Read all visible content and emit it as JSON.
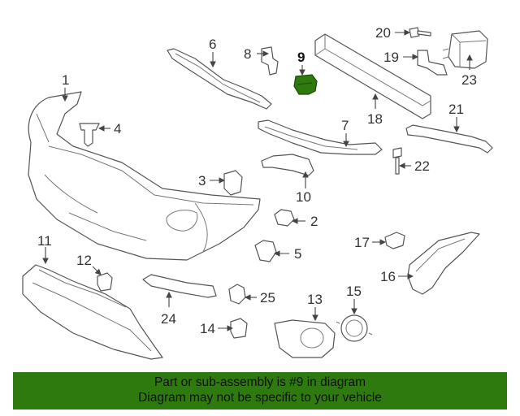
{
  "callouts": {
    "n1": "1",
    "n2": "2",
    "n3": "3",
    "n4": "4",
    "n5": "5",
    "n6": "6",
    "n7": "7",
    "n8": "8",
    "n9": "9",
    "n10": "10",
    "n11": "11",
    "n12": "12",
    "n13": "13",
    "n14": "14",
    "n15": "15",
    "n16": "16",
    "n17": "17",
    "n18": "18",
    "n19": "19",
    "n20": "20",
    "n21": "21",
    "n22": "22",
    "n23": "23",
    "n24": "24",
    "n25": "25"
  },
  "highlight": {
    "part_number": "9",
    "color": "#2e7a0e"
  },
  "footer": {
    "line1": "Part or sub-assembly is #9 in diagram",
    "line2": "Diagram may not be specific to your vehicle",
    "background": "#2e7a0e"
  }
}
